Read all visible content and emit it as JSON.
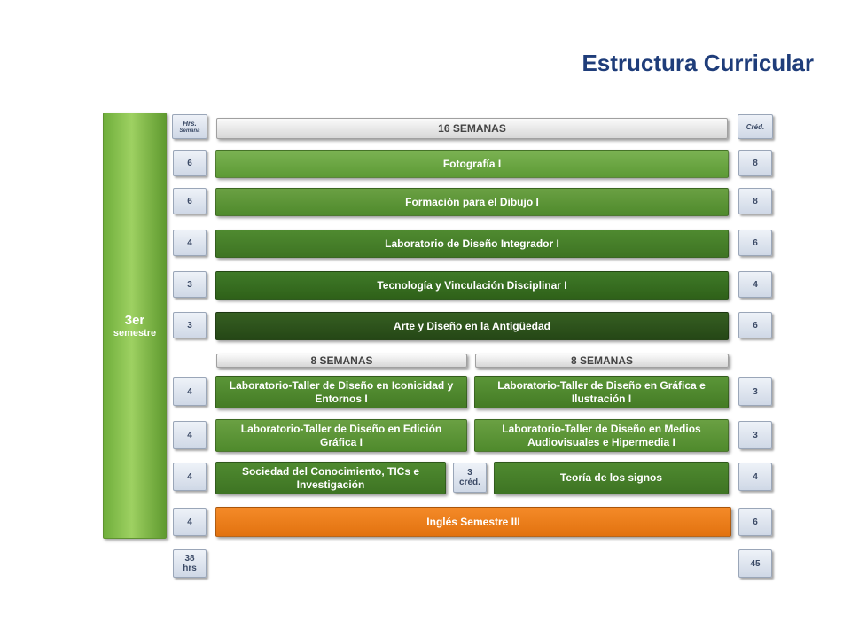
{
  "title": "Estructura Curricular",
  "semester": {
    "big": "3er",
    "small": "semestre"
  },
  "headers": {
    "hrs_line1": "Hrs.",
    "hrs_line2": "Semana",
    "cred": "Créd.",
    "weeks16": "16 SEMANAS",
    "weeks8_left": "8 SEMANAS",
    "weeks8_right": "8 SEMANAS"
  },
  "full_courses": [
    {
      "hrs": "6",
      "name": "Fotografía I",
      "cred": "8"
    },
    {
      "hrs": "6",
      "name": "Formación para el Dibujo I",
      "cred": "8"
    },
    {
      "hrs": "4",
      "name": "Laboratorio de  Diseño Integrador I",
      "cred": "6"
    },
    {
      "hrs": "3",
      "name": "Tecnología y Vinculación Disciplinar I",
      "cred": "4"
    },
    {
      "hrs": "3",
      "name": "Arte y Diseño en la Antigüedad",
      "cred": "6"
    }
  ],
  "split_rows": [
    {
      "hrs": "4",
      "left": "Laboratorio-Taller de Diseño en Iconicidad y Entornos  I",
      "right": "Laboratorio-Taller de Diseño en Gráfica e Ilustración I",
      "cred": "3"
    },
    {
      "hrs": "4",
      "left": "Laboratorio-Taller de Diseño en Edición Gráfica I",
      "right": "Laboratorio-Taller de Diseño en Medios Audiovisuales e Hipermedia I",
      "cred": "3"
    },
    {
      "hrs": "4",
      "left": "Sociedad del Conocimiento, TICs e Investigación",
      "right": "Teoría de los signos",
      "cred": "4",
      "mid_line1": "3",
      "mid_line2": "créd."
    }
  ],
  "english": {
    "hrs": "4",
    "name": "Inglés Semestre III",
    "cred": "6"
  },
  "totals": {
    "hrs_line1": "38",
    "hrs_line2": "hrs",
    "cred": "45"
  },
  "colors": {
    "title": "#1f3d7a",
    "green": "#5d9a35",
    "orange": "#e2720f",
    "grey_box": "#cfd8e6"
  }
}
